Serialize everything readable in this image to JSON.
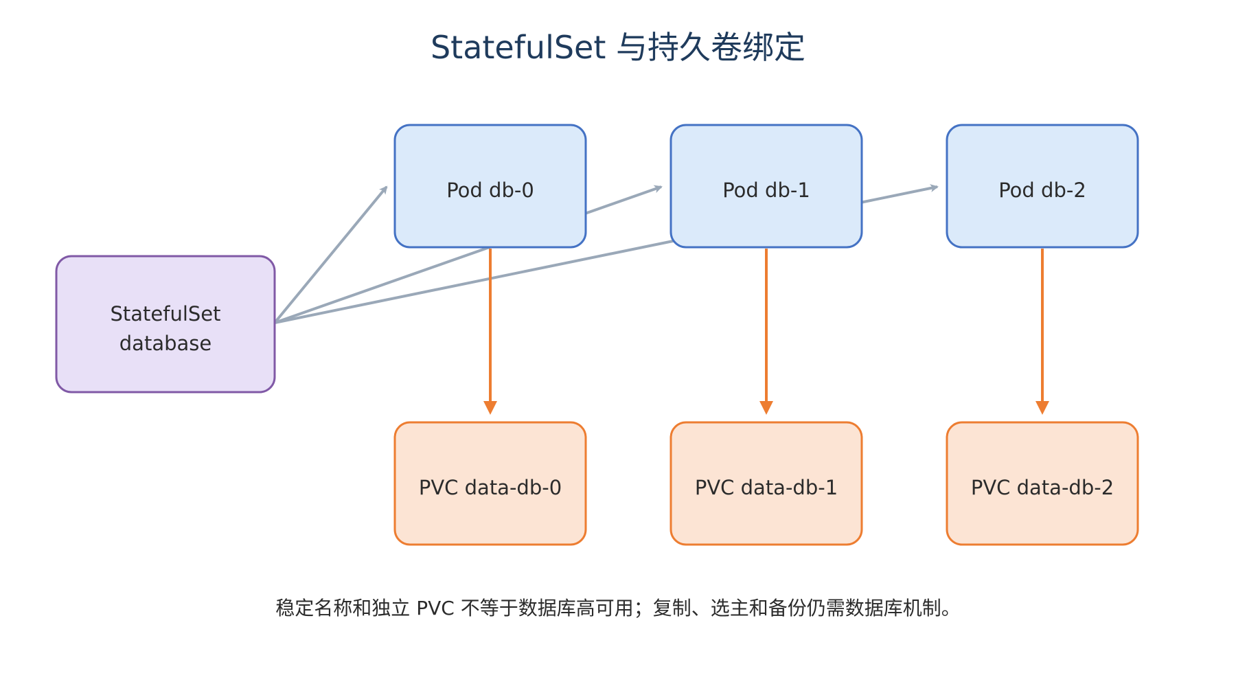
{
  "title": "StatefulSet 与持久卷绑定",
  "statefulset": {
    "line1": "StatefulSet",
    "line2": "database"
  },
  "pods": [
    {
      "label": "Pod db-0"
    },
    {
      "label": "Pod db-1"
    },
    {
      "label": "Pod db-2"
    }
  ],
  "pvcs": [
    {
      "label": "PVC data-db-0"
    },
    {
      "label": "PVC data-db-1"
    },
    {
      "label": "PVC data-db-2"
    }
  ],
  "caption": "稳定名称和独立 PVC 不等于数据库高可用；复制、选主和备份仍需数据库机制。",
  "colors": {
    "statefulset_fill": "#e8e0f7",
    "statefulset_stroke": "#8059a6",
    "pod_fill": "#dbeafa",
    "pod_stroke": "#4472c4",
    "pvc_fill": "#fce4d4",
    "pvc_stroke": "#ed7d31",
    "gray_arrow": "#9aa8b8",
    "orange_arrow": "#ed7d31",
    "title": "#1f3b5c"
  }
}
